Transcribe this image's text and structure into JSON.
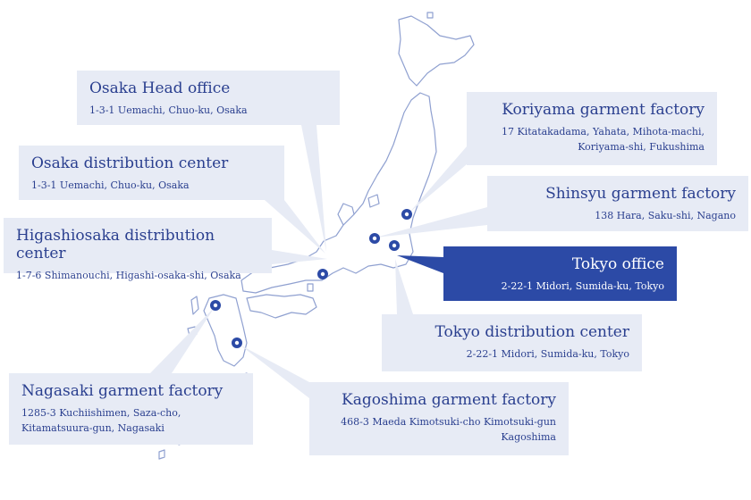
{
  "locations": [
    {
      "id": "osaka-head-office",
      "name": "Osaka Head office",
      "address": [
        "1-3-1 Uemachi, Chuo-ku, Osaka"
      ]
    },
    {
      "id": "osaka-distribution-center",
      "name": "Osaka distribution center",
      "address": [
        "1-3-1 Uemachi, Chuo-ku, Osaka"
      ]
    },
    {
      "id": "higashiosaka-distribution-center",
      "name": "Higashiosaka distribution center",
      "address": [
        "1-7-6 Shimanouchi, Higashi-osaka-shi, Osaka"
      ]
    },
    {
      "id": "koriyama-garment-factory",
      "name": "Koriyama garment factory",
      "address": [
        "17 Kitatakadama, Yahata, Mihota-machi,",
        "Koriyama-shi, Fukushima"
      ]
    },
    {
      "id": "shinsyu-garment-factory",
      "name": "Shinsyu garment factory",
      "address": [
        "138 Hara, Saku-shi, Nagano"
      ]
    },
    {
      "id": "tokyo-office",
      "name": "Tokyo office",
      "address": [
        "2-22-1 Midori, Sumida-ku, Tokyo"
      ],
      "highlighted": true
    },
    {
      "id": "tokyo-distribution-center",
      "name": "Tokyo distribution center",
      "address": [
        "2-22-1 Midori, Sumida-ku, Tokyo"
      ]
    },
    {
      "id": "nagasaki-garment-factory",
      "name": "Nagasaki garment factory",
      "address": [
        "1285-3 Kuchiishimen, Saza-cho,",
        "Kitamatsuura-gun, Nagasaki"
      ]
    },
    {
      "id": "kagoshima-garment-factory",
      "name": "Kagoshima garment factory",
      "address": [
        "468-3 Maeda Kimotsuki-cho Kimotsuki-gun",
        "Kagoshima"
      ]
    }
  ],
  "colors": {
    "accent": "#2c4aa6",
    "box": "#e7ebf5",
    "text": "#2a3f8f",
    "map_outline": "#7f93c9"
  },
  "icons": {
    "marker": "ring-marker-icon"
  }
}
